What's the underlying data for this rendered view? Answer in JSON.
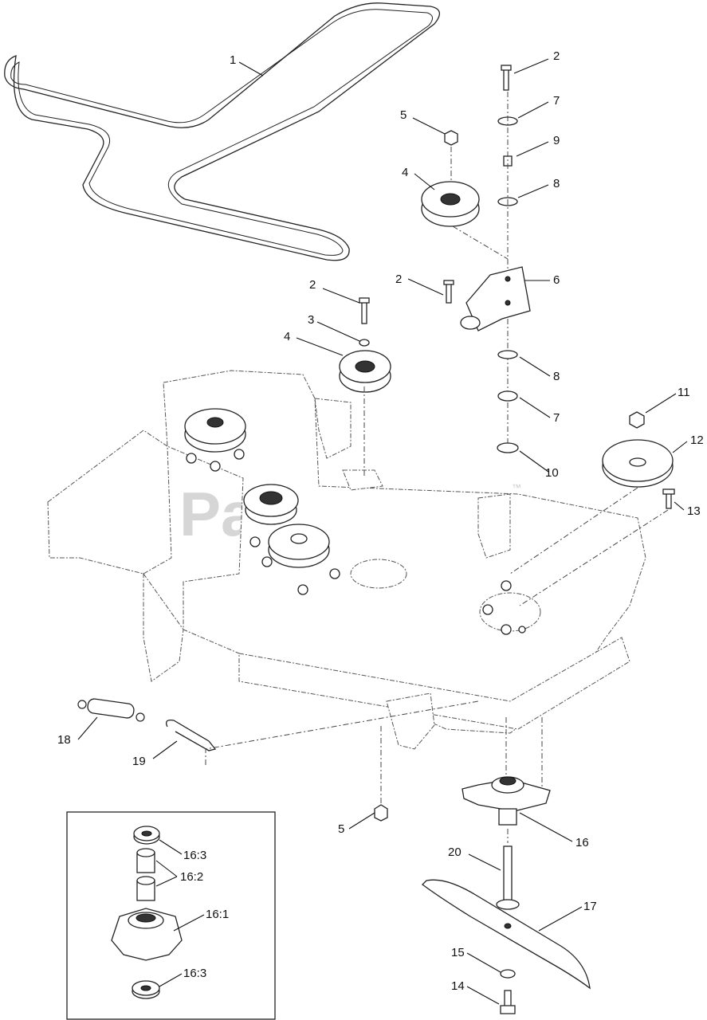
{
  "watermark": {
    "text": "PartsTree",
    "trademark": "™"
  },
  "callouts": [
    {
      "id": "c-1",
      "text": "1"
    },
    {
      "id": "c-2a",
      "text": "2"
    },
    {
      "id": "c-7a",
      "text": "7"
    },
    {
      "id": "c-9",
      "text": "9"
    },
    {
      "id": "c-5a",
      "text": "5"
    },
    {
      "id": "c-8a",
      "text": "8"
    },
    {
      "id": "c-4a",
      "text": "4"
    },
    {
      "id": "c-2b",
      "text": "2"
    },
    {
      "id": "c-6",
      "text": "6"
    },
    {
      "id": "c-2c",
      "text": "2"
    },
    {
      "id": "c-3",
      "text": "3"
    },
    {
      "id": "c-4b",
      "text": "4"
    },
    {
      "id": "c-8b",
      "text": "8"
    },
    {
      "id": "c-11",
      "text": "11"
    },
    {
      "id": "c-7b",
      "text": "7"
    },
    {
      "id": "c-12",
      "text": "12"
    },
    {
      "id": "c-10",
      "text": "10"
    },
    {
      "id": "c-13",
      "text": "13"
    },
    {
      "id": "c-18",
      "text": "18"
    },
    {
      "id": "c-19",
      "text": "19"
    },
    {
      "id": "c-5b",
      "text": "5"
    },
    {
      "id": "c-16",
      "text": "16"
    },
    {
      "id": "c-20",
      "text": "20"
    },
    {
      "id": "c-17",
      "text": "17"
    },
    {
      "id": "c-15",
      "text": "15"
    },
    {
      "id": "c-14",
      "text": "14"
    },
    {
      "id": "c-163a",
      "text": "16:3"
    },
    {
      "id": "c-162",
      "text": "16:2"
    },
    {
      "id": "c-161",
      "text": "16:1"
    },
    {
      "id": "c-163b",
      "text": "16:3"
    }
  ]
}
